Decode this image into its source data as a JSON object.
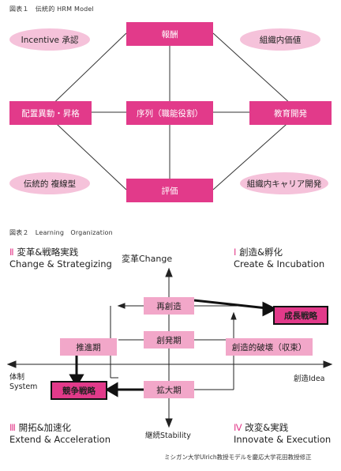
{
  "figure1": {
    "title": "図表１　伝統的 HRM Model",
    "center": "序列（職能役割）",
    "top": "報酬",
    "bottom": "評価",
    "left": "配置異動・昇格",
    "right": "教育開発",
    "corners": {
      "top_left": "Incentive 承認",
      "top_right": "組織内価値",
      "bottom_left": "伝統的 複線型",
      "bottom_right": "組織内キャリア開発"
    }
  },
  "figure2": {
    "title": "図表２　Learning　Organization",
    "quadrants": {
      "q2": {
        "num": "Ⅱ",
        "ja": "変革&戦略実践",
        "en": "Change & Strategizing"
      },
      "q1": {
        "num": "Ⅰ",
        "ja": "創造&孵化",
        "en": "Create & Incubation"
      },
      "q3": {
        "num": "Ⅲ",
        "ja": "開拓&加速化",
        "en": "Extend & Acceleration"
      },
      "q4": {
        "num": "Ⅳ",
        "ja": "改変&実践",
        "en": "Innovate & Execution"
      }
    },
    "axes": {
      "top": "変革Change",
      "bottom": "継続Stability",
      "left_ja": "体制",
      "left_en": "System",
      "right": "創造Idea"
    },
    "boxes": {
      "recreate": "再創造",
      "growth_strategy": "成長戦略",
      "create_period": "創発期",
      "promote_period": "推進期",
      "creative_destruction": "創造的破壊（収束）",
      "competitive_strategy": "競争戦略",
      "expansion_period": "拡大期"
    },
    "credit": "ミシガン大学Ulrich教授モデルを慶応大学花田教授修正"
  }
}
